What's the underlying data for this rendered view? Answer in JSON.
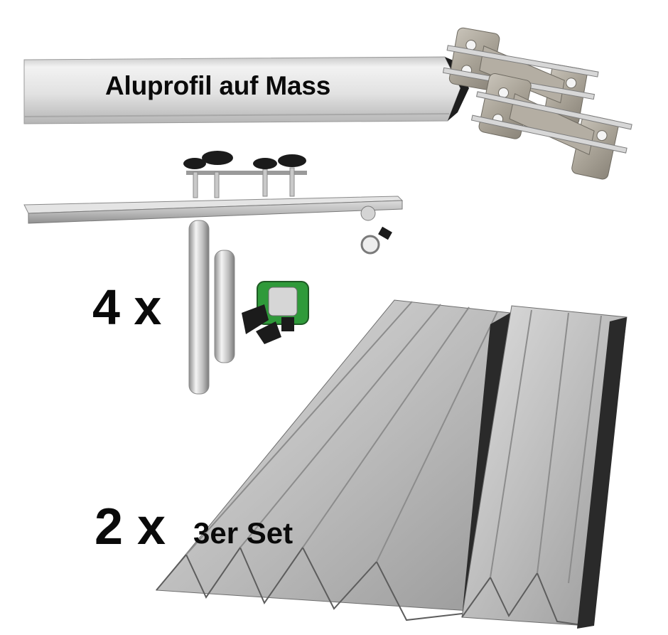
{
  "items": {
    "profile_label": "Aluprofil auf Mass",
    "rods_quantity": "4 x",
    "sheets_quantity": "2 x",
    "sheets_set": "3er Set"
  },
  "colors": {
    "aluminium_light": "#e9e9e9",
    "aluminium_mid": "#bdbdbd",
    "aluminium_dark": "#7d7d7d",
    "clamp_green": "#2f9a3a",
    "knob_black": "#1b1b1b",
    "text": "#0a0a0a"
  }
}
